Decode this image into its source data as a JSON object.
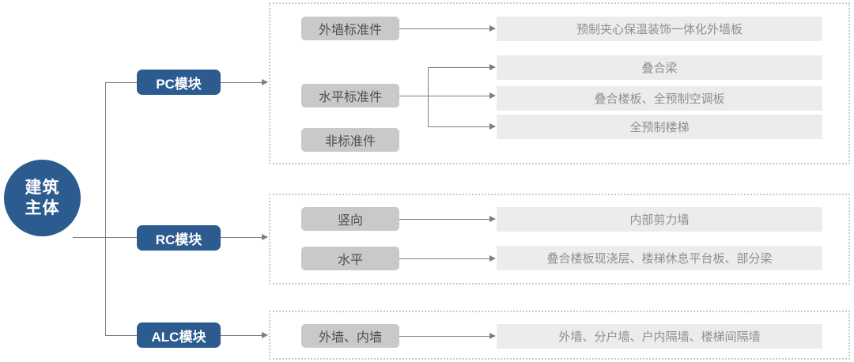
{
  "root_node": {
    "label": "建筑主体",
    "lines": [
      "建筑",
      "主体"
    ]
  },
  "modules": {
    "pc": {
      "label": "PC模块"
    },
    "rc": {
      "label": "RC模块"
    },
    "alc": {
      "label": "ALC模块"
    }
  },
  "pc_group": {
    "labels": {
      "exterior_wall_standard": "外墙标准件",
      "horizontal_standard": "水平标准件",
      "non_standard": "非标准件"
    },
    "outputs": {
      "integrated_exterior_panel": "预制夹心保温装饰一体化外墙板",
      "composite_beam": "叠合梁",
      "composite_slab_ac_panel": "叠合楼板、全预制空调板",
      "precast_stairs": "全预制楼梯"
    }
  },
  "rc_group": {
    "labels": {
      "vertical": "竖向",
      "horizontal": "水平"
    },
    "outputs": {
      "internal_shear_wall": "内部剪力墙",
      "cast_in_place_items": "叠合楼板现浇层、楼梯休息平台板、部分梁"
    }
  },
  "alc_group": {
    "labels": {
      "walls": "外墙、内墙"
    },
    "outputs": {
      "wall_types": "外墙、分户墙、户内隔墙、楼梯间隔墙"
    }
  },
  "colors": {
    "primary_blue": "#2c5b90",
    "label_gray": "#c9c9c9",
    "output_gray": "#ececec",
    "line_gray": "#7e7e7e",
    "frame_dash_gray": "#c9c9c9"
  }
}
